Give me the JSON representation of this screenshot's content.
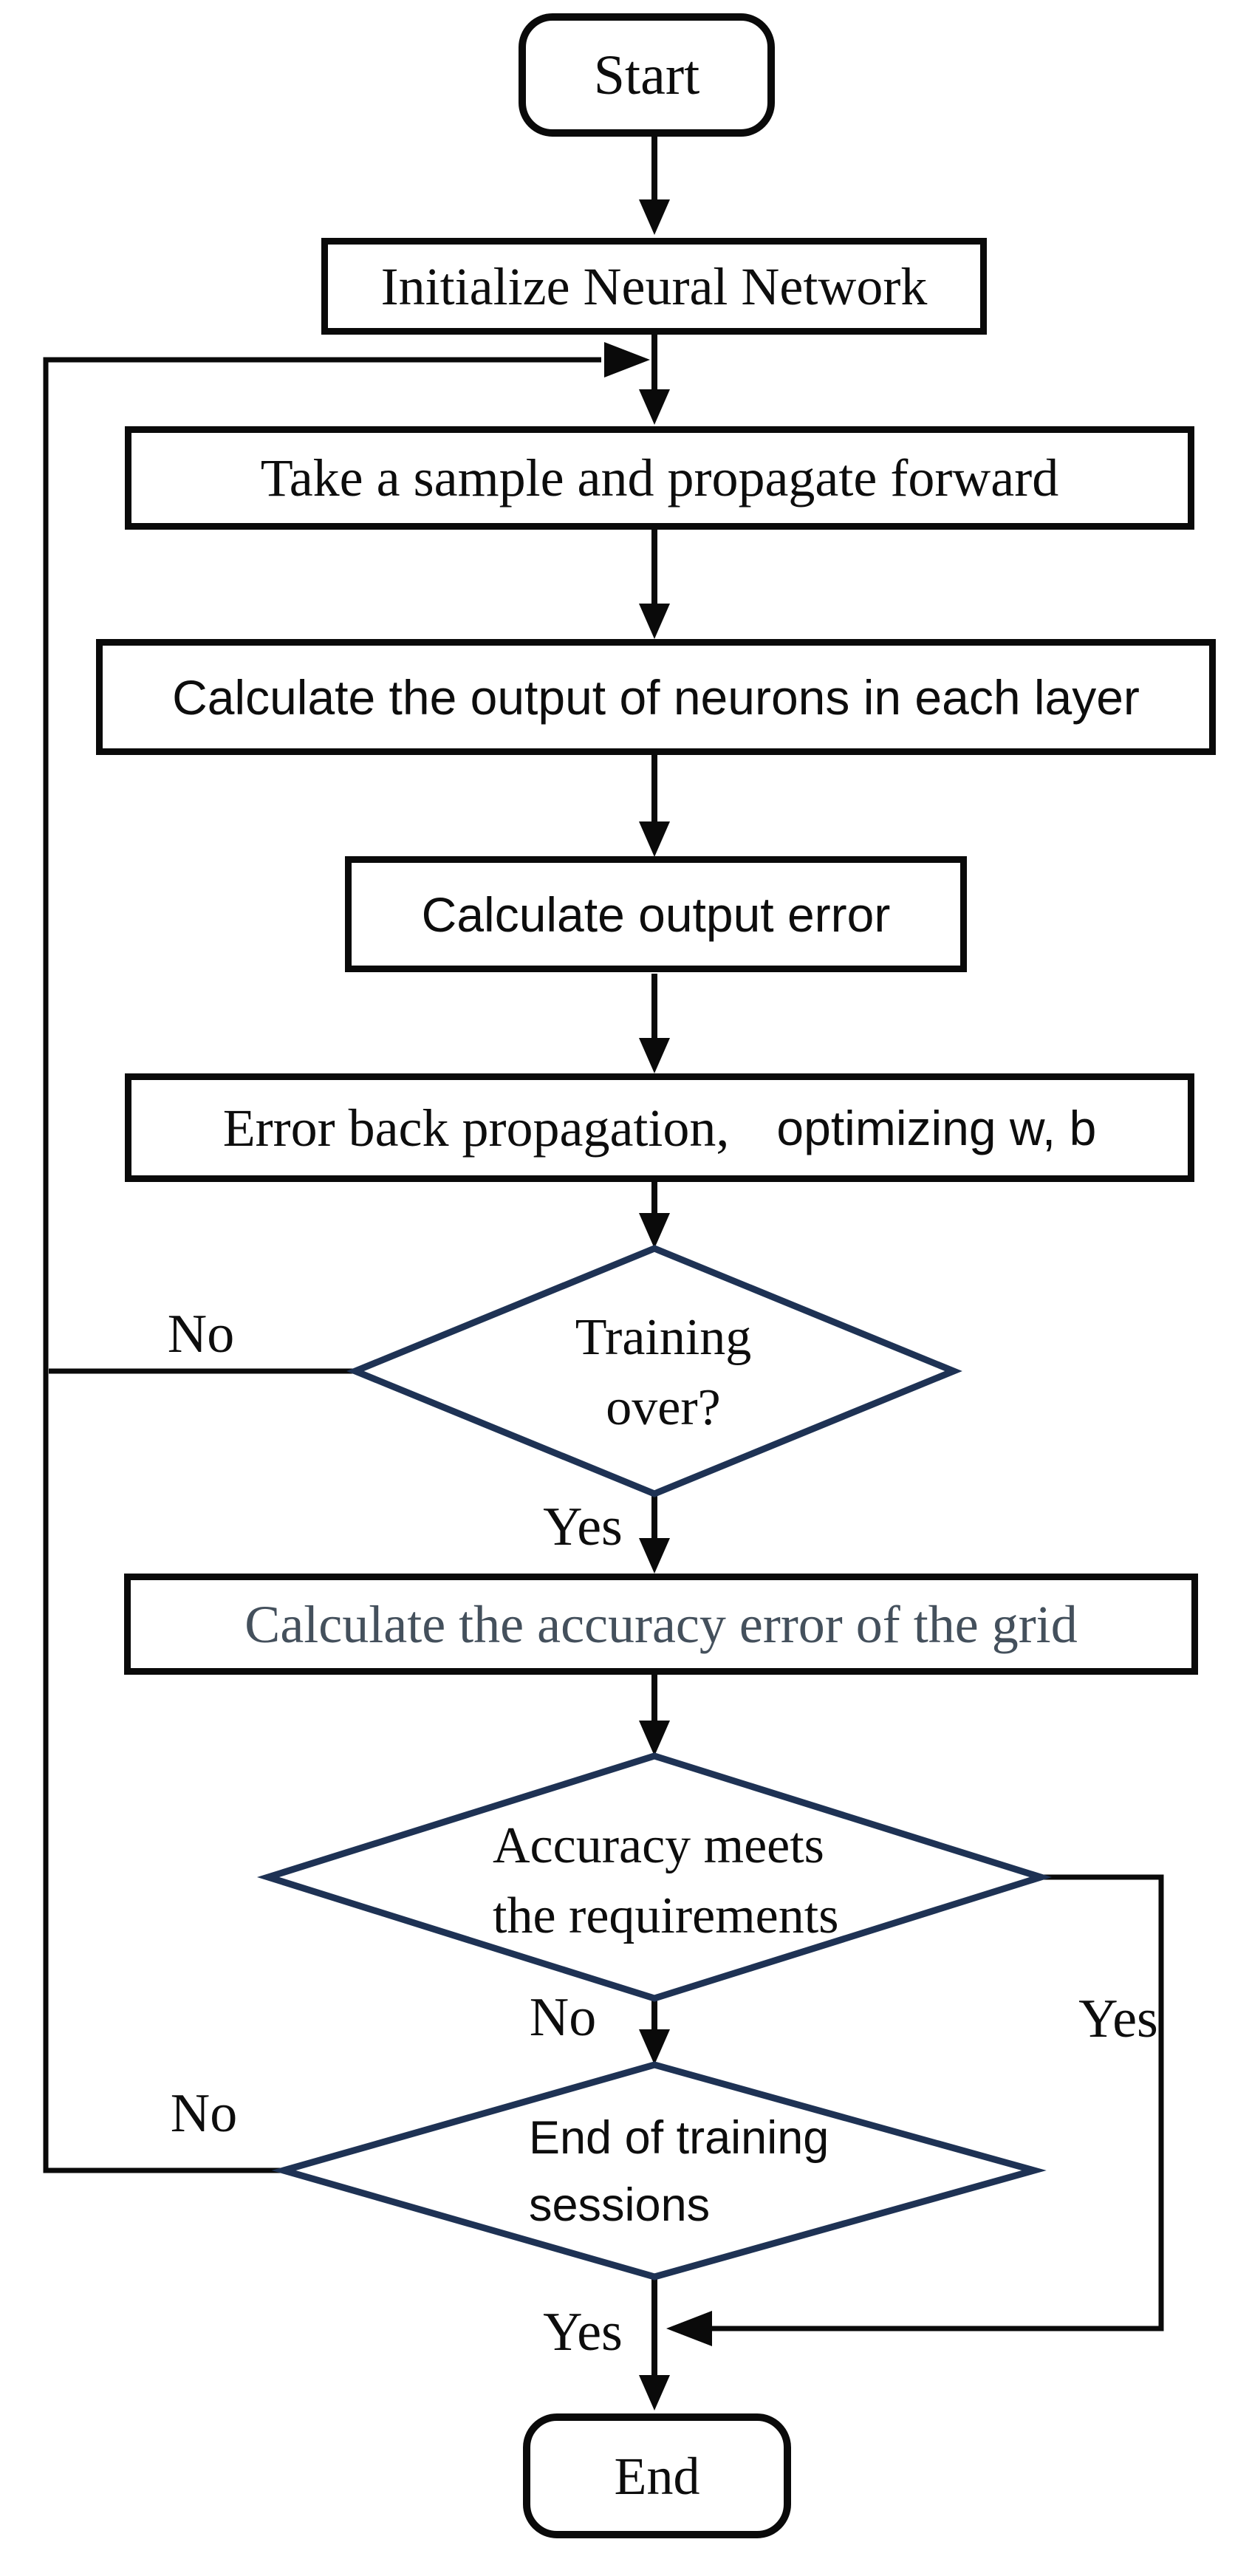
{
  "flowchart": {
    "nodes": {
      "start": {
        "label": "Start"
      },
      "initialize": {
        "label": "Initialize Neural Network"
      },
      "take_sample": {
        "label": "Take a sample and propagate forward"
      },
      "calc_layer_output": {
        "label": "Calculate the output of neurons in each layer"
      },
      "calc_output_error": {
        "label": "Calculate output error"
      },
      "backprop": {
        "label_serif": "Error back propagation,",
        "label_sans": "optimizing w, b"
      },
      "training_over": {
        "line1": "Training",
        "line2": "over?"
      },
      "calc_grid_accuracy": {
        "label": "Calculate the accuracy error of the grid"
      },
      "accuracy_meets": {
        "line1": "Accuracy meets",
        "line2": "the requirements"
      },
      "end_of_sessions": {
        "line1": "End of training",
        "line2": "sessions"
      },
      "end": {
        "label": "End"
      }
    },
    "edge_labels": {
      "training_over_no": "No",
      "training_over_yes": "Yes",
      "accuracy_no": "No",
      "accuracy_yes": "Yes",
      "sessions_no": "No",
      "sessions_yes": "Yes"
    },
    "colors": {
      "line": "#0a0a0a",
      "box_border": "#0a0a0a",
      "diamond_border": "#1e3254",
      "grid_text": "#44505c",
      "text": "#0d0d0d",
      "background": "#ffffff"
    }
  }
}
